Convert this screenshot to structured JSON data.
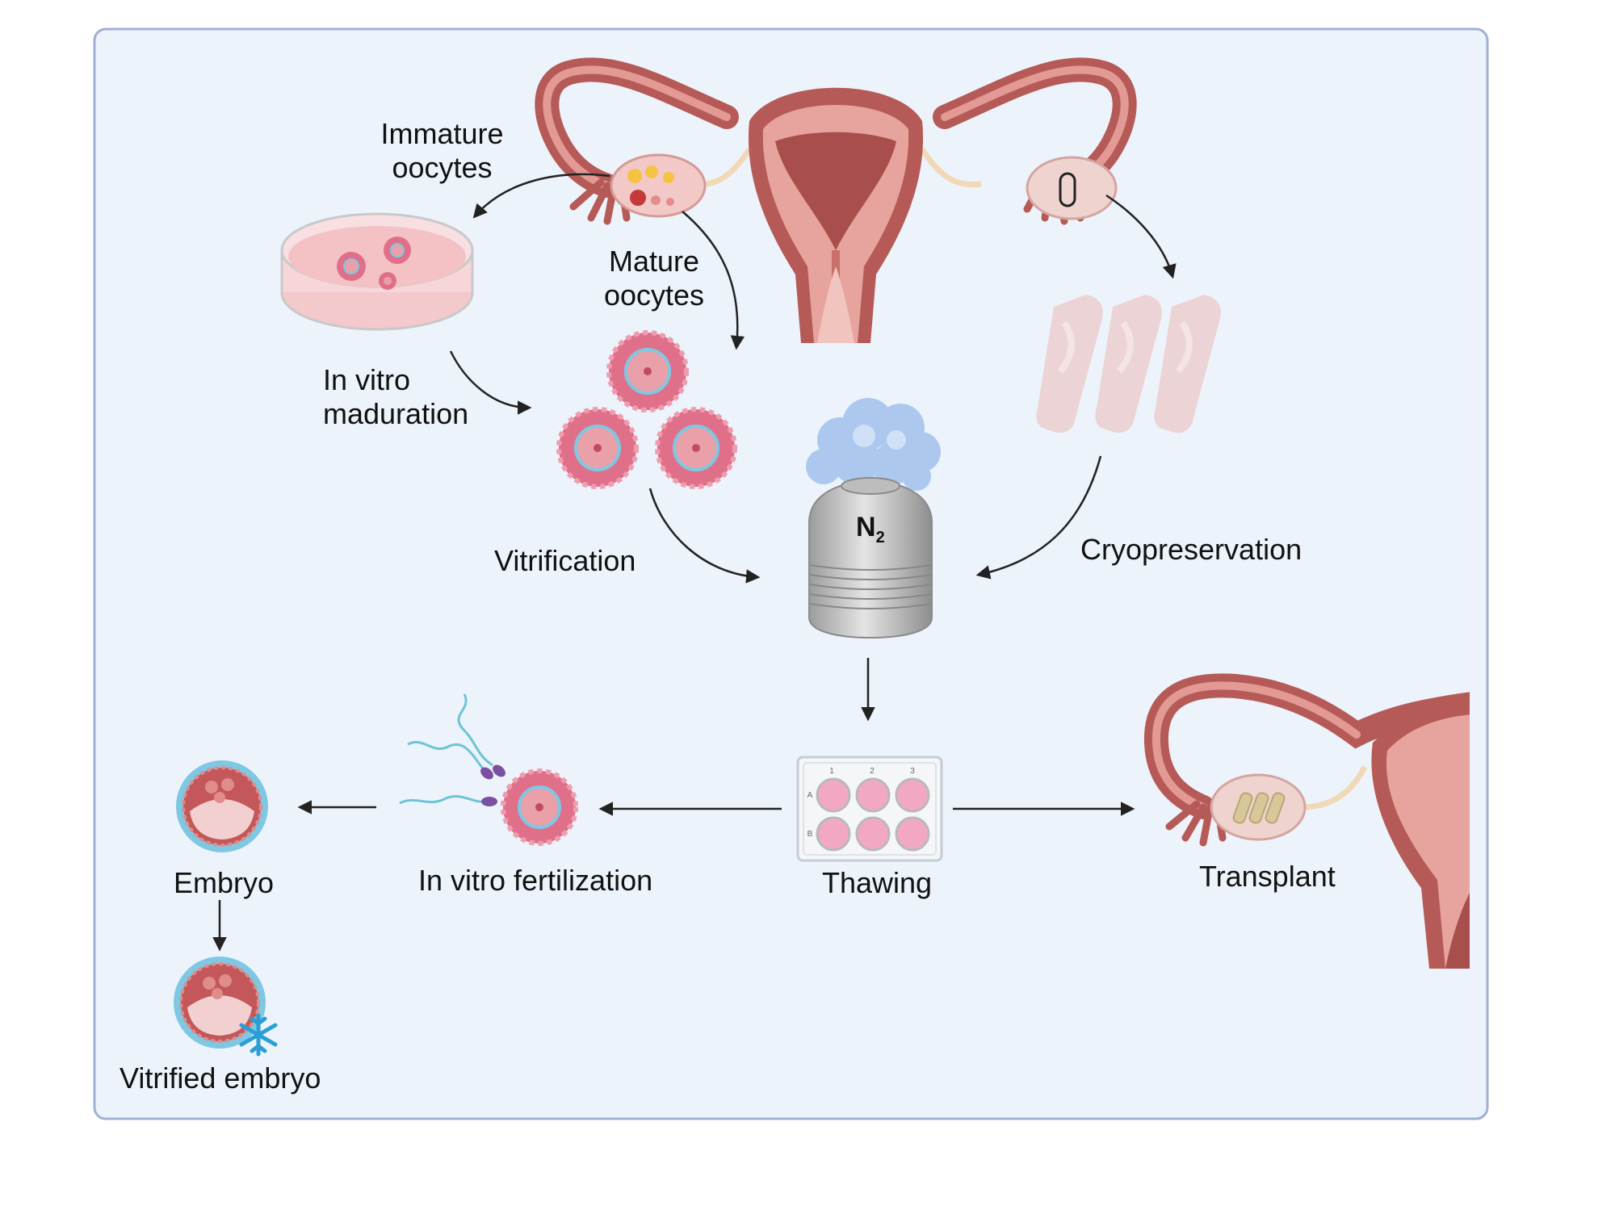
{
  "labels": {
    "immature_oocytes": [
      "Immature",
      "oocytes"
    ],
    "mature_oocytes": [
      "Mature",
      "oocytes"
    ],
    "in_vitro_maduration": [
      "In vitro",
      "maduration"
    ],
    "vitrification": "Vitrification",
    "cryopreservation": "Cryopreservation",
    "thawing": "Thawing",
    "transplant": "Transplant",
    "in_vitro_fertilization": "In vitro fertilization",
    "embryo": "Embryo",
    "vitrified_embryo": "Vitrified embryo"
  },
  "dewar_label": {
    "main": "N",
    "sub": "2"
  },
  "well_plate": {
    "columns": [
      "1",
      "2",
      "3"
    ],
    "rows": [
      "A",
      "B"
    ]
  },
  "colors": {
    "panel_bg": "#edf3fb",
    "panel_border": "#9fb1d4",
    "tissue_dark": "#b55a57",
    "tissue_light": "#e7a39e",
    "oocyte_pink": "#e0708a",
    "zona_blue": "#7ec8e3",
    "snowflake": "#2a9fd6"
  },
  "icons": [
    "uterus-icon",
    "ovary-icon",
    "petri-dish-icon",
    "oocyte-icon",
    "dewar-icon",
    "tissue-strip-icon",
    "well-plate-icon",
    "sperm-icon",
    "embryo-icon",
    "snowflake-icon",
    "arrow-icon"
  ]
}
